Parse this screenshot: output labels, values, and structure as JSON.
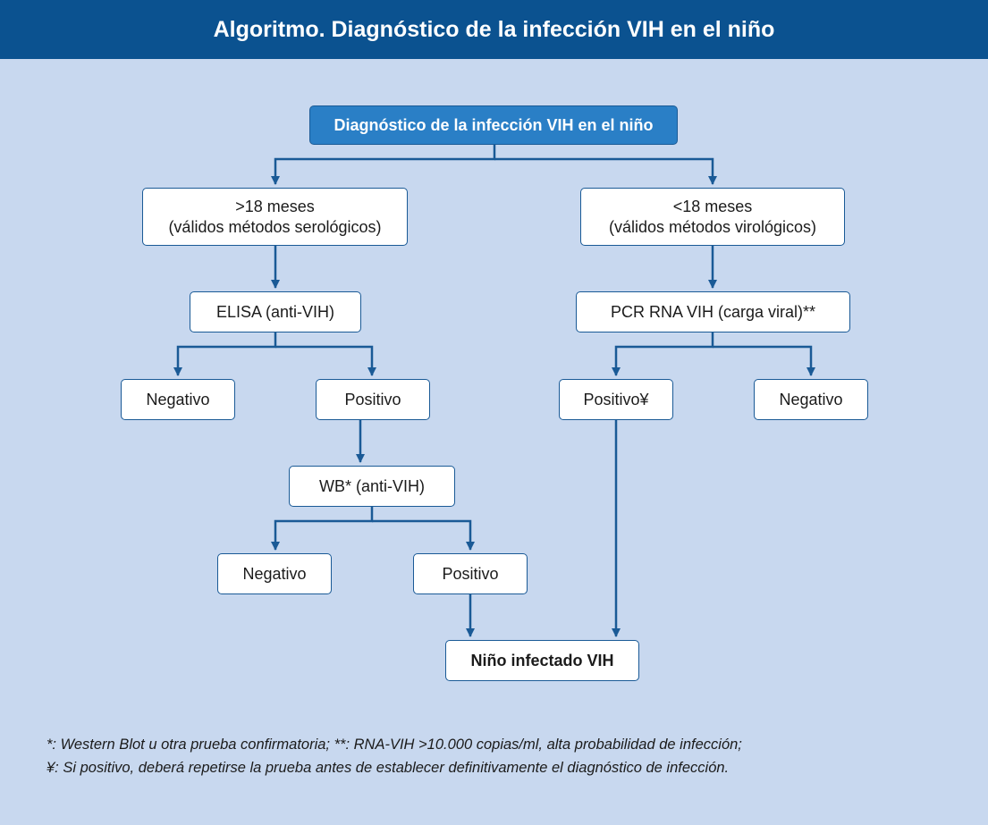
{
  "header": {
    "title": "Algoritmo. Diagnóstico de la infección VIH en el niño"
  },
  "diagram": {
    "root": "Diagnóstico de la infección VIH en el niño",
    "left_age_line1": ">18 meses",
    "left_age_line2": "(válidos métodos serológicos)",
    "right_age_line1": "<18 meses",
    "right_age_line2": "(válidos métodos virológicos)",
    "elisa": "ELISA (anti-VIH)",
    "pcr": "PCR RNA VIH (carga viral)**",
    "elisa_negative": "Negativo",
    "elisa_positive": "Positivo",
    "pcr_positive": "Positivo¥",
    "pcr_negative": "Negativo",
    "wb": "WB* (anti-VIH)",
    "wb_negative": "Negativo",
    "wb_positive": "Positivo",
    "final": "Niño infectado VIH"
  },
  "footnotes": {
    "line1": "*: Western Blot u otra prueba confirmatoria; **: RNA-VIH >10.000 copias/ml, alta probabilidad de infección;",
    "line2": "¥: Si positivo, deberá repetirse la prueba antes de establecer definitivamente el diagnóstico de infección."
  },
  "colors": {
    "header_bg": "#0b5290",
    "background": "#c8d8ef",
    "root_box": "#2a7fc6",
    "connector": "#1a5a96"
  }
}
